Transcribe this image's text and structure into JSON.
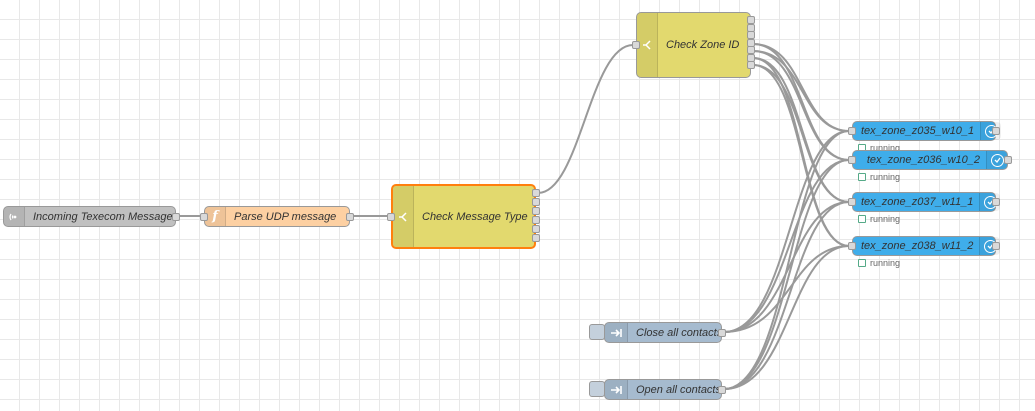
{
  "flow": {
    "nodes": {
      "udp_in": {
        "label": "Incoming Texecom Messages",
        "icon": "udp-wave-icon"
      },
      "parse": {
        "label": "Parse UDP message",
        "icon": "function-icon"
      },
      "check_type": {
        "label": "Check Message Type",
        "icon": "switch-icon"
      },
      "check_zone": {
        "label": "Check Zone ID",
        "icon": "switch-icon"
      },
      "zones": [
        {
          "label": "tex_zone_z035_w10_1",
          "status": "running"
        },
        {
          "label": "tex_zone_z036_w10_2",
          "status": "running"
        },
        {
          "label": "tex_zone_z037_w11_1",
          "status": "running"
        },
        {
          "label": "tex_zone_z038_w11_2",
          "status": "running"
        }
      ],
      "close_all": {
        "label": "Close all contacts",
        "icon": "inject-arrow-icon"
      },
      "open_all": {
        "label": "Open all contacts",
        "icon": "inject-arrow-icon"
      }
    }
  },
  "colors": {
    "udp": "#c0c0c0",
    "function": "#fdd0a2",
    "switch": "#e2d96e",
    "selected_border": "#ff7f0e",
    "zone": "#3fadea",
    "inject": "#a6bbcf",
    "wire": "#999999"
  }
}
